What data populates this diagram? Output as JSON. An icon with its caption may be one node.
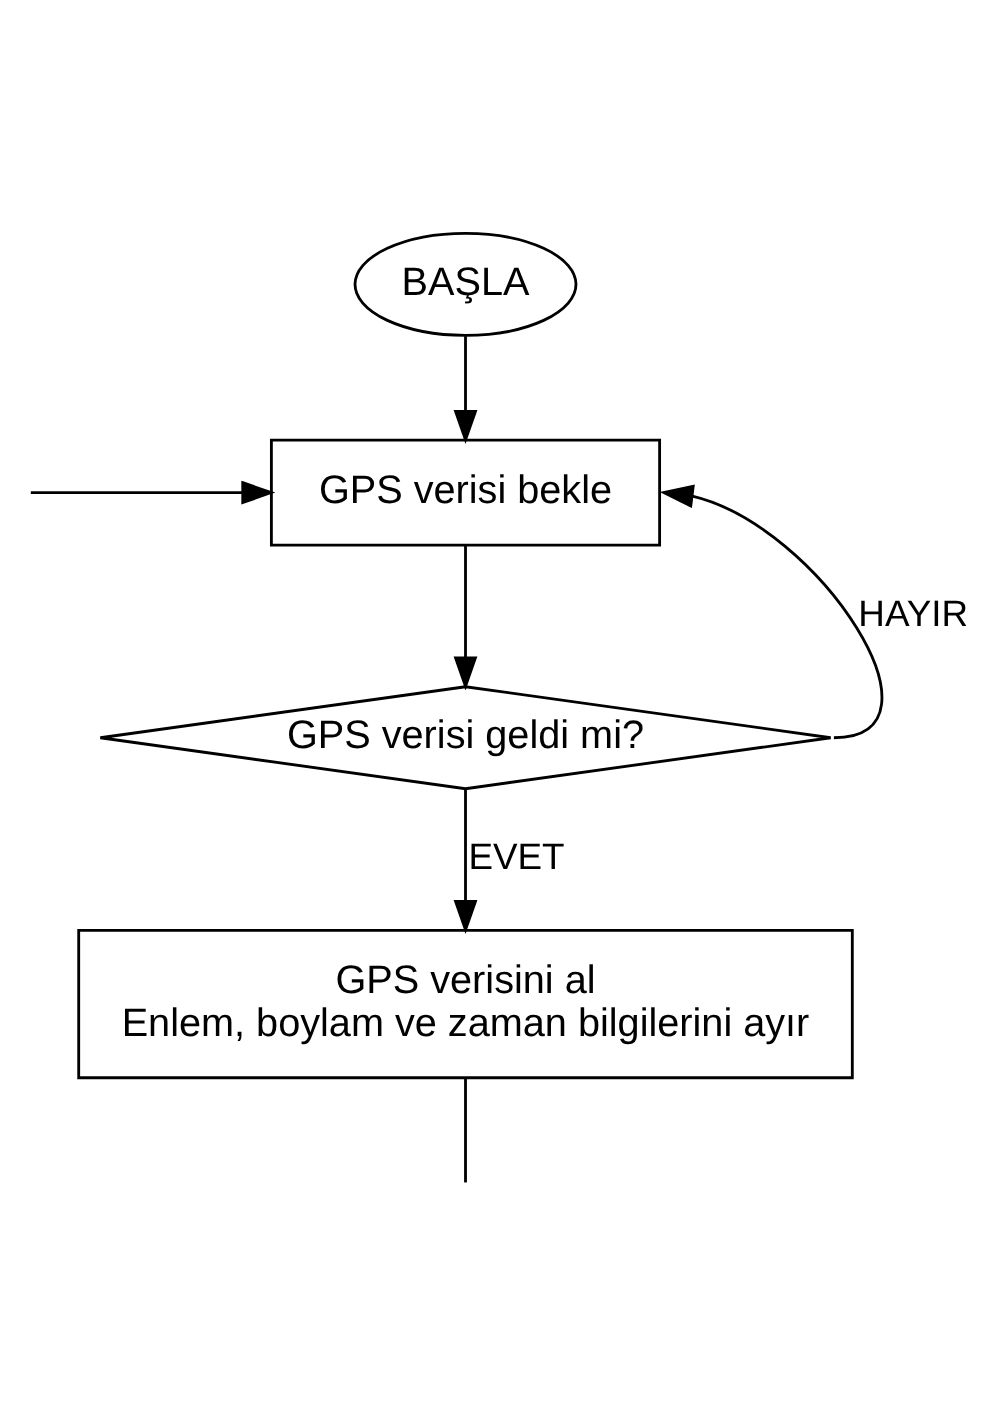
{
  "diagram": {
    "nodes": [
      {
        "text": [
          "BAŞLA"
        ]
      },
      {
        "text": [
          "GPS verisi bekle"
        ]
      },
      {
        "text": [
          "GPS verisi geldi mi?"
        ]
      },
      {
        "text": [
          "GPS verisini al",
          "Enlem, boylam ve zaman bilgilerini ayır"
        ]
      }
    ],
    "edges": [
      {
        "from": 0,
        "to": 1,
        "arrow": "to"
      },
      {
        "from": 1,
        "to": 2,
        "arrow": "to"
      },
      {
        "from": 2,
        "to": 1,
        "arrow": "to",
        "label": "HAYIR"
      },
      {
        "from": null,
        "to": 1,
        "arrow": "to"
      },
      {
        "from": 2,
        "to": 3,
        "arrow": "to",
        "label": "EVET"
      },
      {
        "from": 3,
        "to": null,
        "arrow": "none"
      }
    ]
  }
}
